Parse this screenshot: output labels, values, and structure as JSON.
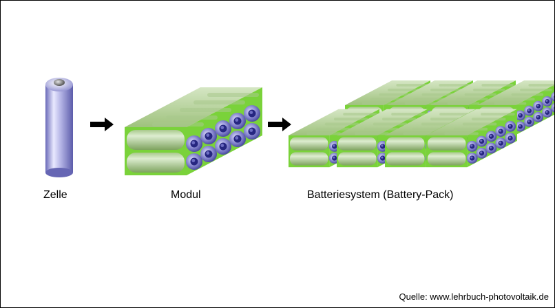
{
  "labels": {
    "cell": "Zelle",
    "module": "Modul",
    "pack": "Batteriesystem  (Battery-Pack)"
  },
  "source": "Quelle: www.lehrbuch-photovoltaik.de",
  "colors": {
    "frame_green": "#7ad23a",
    "cell_green": "#a9c98d",
    "cell_blue": "#8f8fd6",
    "cell_dark_blue": "#2a2a8a",
    "arrow": "#000000"
  }
}
